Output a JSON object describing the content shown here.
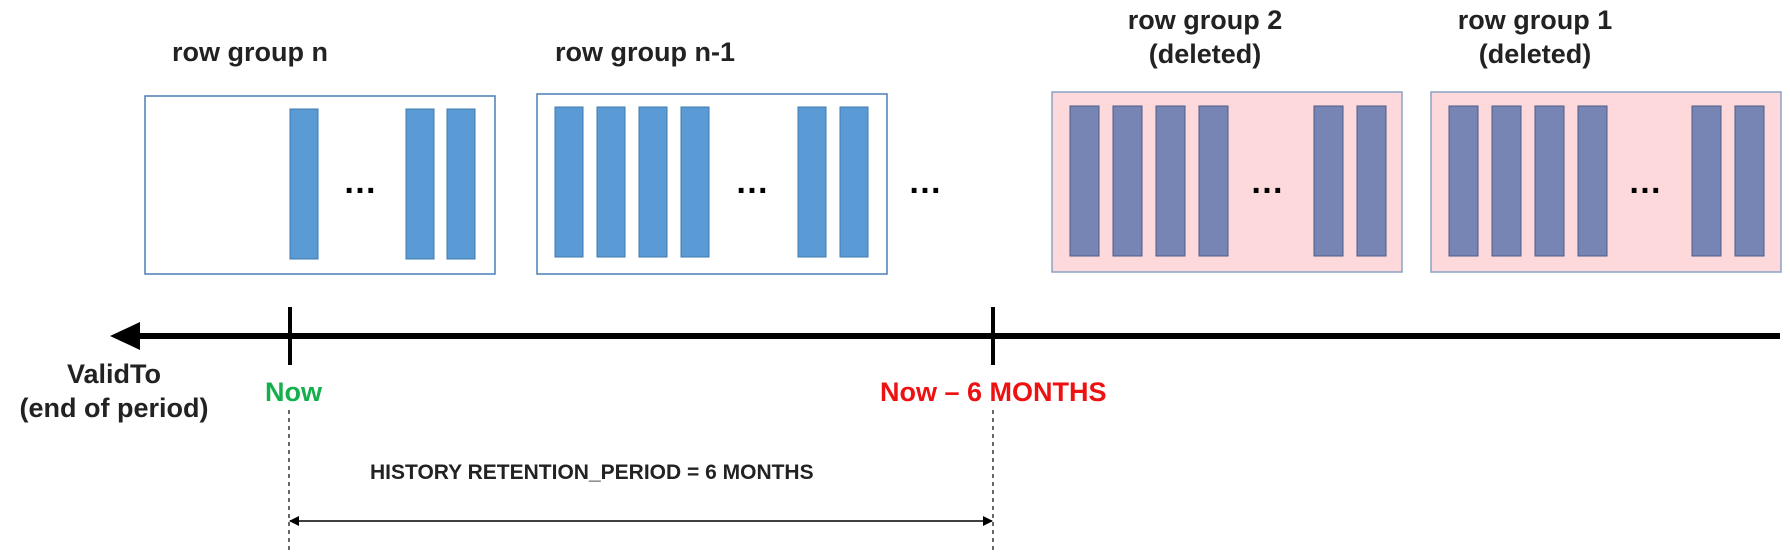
{
  "colors": {
    "bar_active": "#5b9bd5",
    "bar_active_stroke": "#3f78ad",
    "bar_deleted": "#7785b5",
    "bar_deleted_stroke": "#4c5a88",
    "box_active_border": "#4a7fb5",
    "box_deleted_fill": "#fdd9dc",
    "box_deleted_border": "#8aa3c4",
    "now_text": "#13b04b",
    "cutoff_text": "#ee1111"
  },
  "row_groups": [
    {
      "line1": "row group n",
      "line2": "",
      "ellipsis": "…",
      "deleted": false
    },
    {
      "line1": "row group n-1",
      "line2": "",
      "ellipsis": "…",
      "deleted": false
    },
    {
      "line1": "row group 2",
      "line2": "(deleted)",
      "ellipsis": "…",
      "deleted": true
    },
    {
      "line1": "row group 1",
      "line2": "(deleted)",
      "ellipsis": "…",
      "deleted": true
    }
  ],
  "between_ellipsis": "…",
  "axis": {
    "label_line1": "ValidTo",
    "label_line2": "(end of period)",
    "now_label": "Now",
    "cutoff_label": "Now – 6 MONTHS"
  },
  "retention": {
    "label": "HISTORY RETENTION_PERIOD  =  6 MONTHS"
  }
}
